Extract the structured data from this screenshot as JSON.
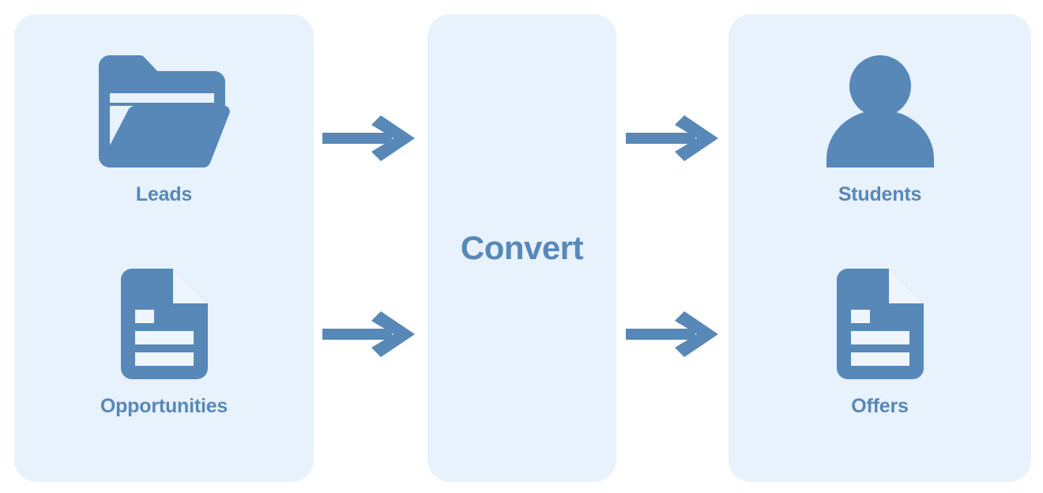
{
  "diagram": {
    "title": "Leads and Opportunities convert to Students and Offers",
    "background_color": "#ffffff",
    "panel_color": "#e8f2fc",
    "accent_color": "#5788b8"
  },
  "source_panel": {
    "name": "source-panel",
    "entities": [
      {
        "label": "Leads",
        "icon": "folder-icon"
      },
      {
        "label": "Opportunities",
        "icon": "document-icon"
      }
    ]
  },
  "process_panel": {
    "name": "process-panel",
    "label": "Convert"
  },
  "target_panel": {
    "name": "target-panel",
    "entities": [
      {
        "label": "Students",
        "icon": "person-icon"
      },
      {
        "label": "Offers",
        "icon": "document-icon"
      }
    ]
  },
  "arrows": [
    {
      "name": "arrow-leads-to-convert",
      "from": "Leads",
      "to": "Convert",
      "icon": "arrow-right-icon"
    },
    {
      "name": "arrow-opportunities-to-convert",
      "from": "Opportunities",
      "to": "Convert",
      "icon": "arrow-right-icon"
    },
    {
      "name": "arrow-convert-to-students",
      "from": "Convert",
      "to": "Students",
      "icon": "arrow-right-icon"
    },
    {
      "name": "arrow-convert-to-offers",
      "from": "Convert",
      "to": "Offers",
      "icon": "arrow-right-icon"
    }
  ]
}
